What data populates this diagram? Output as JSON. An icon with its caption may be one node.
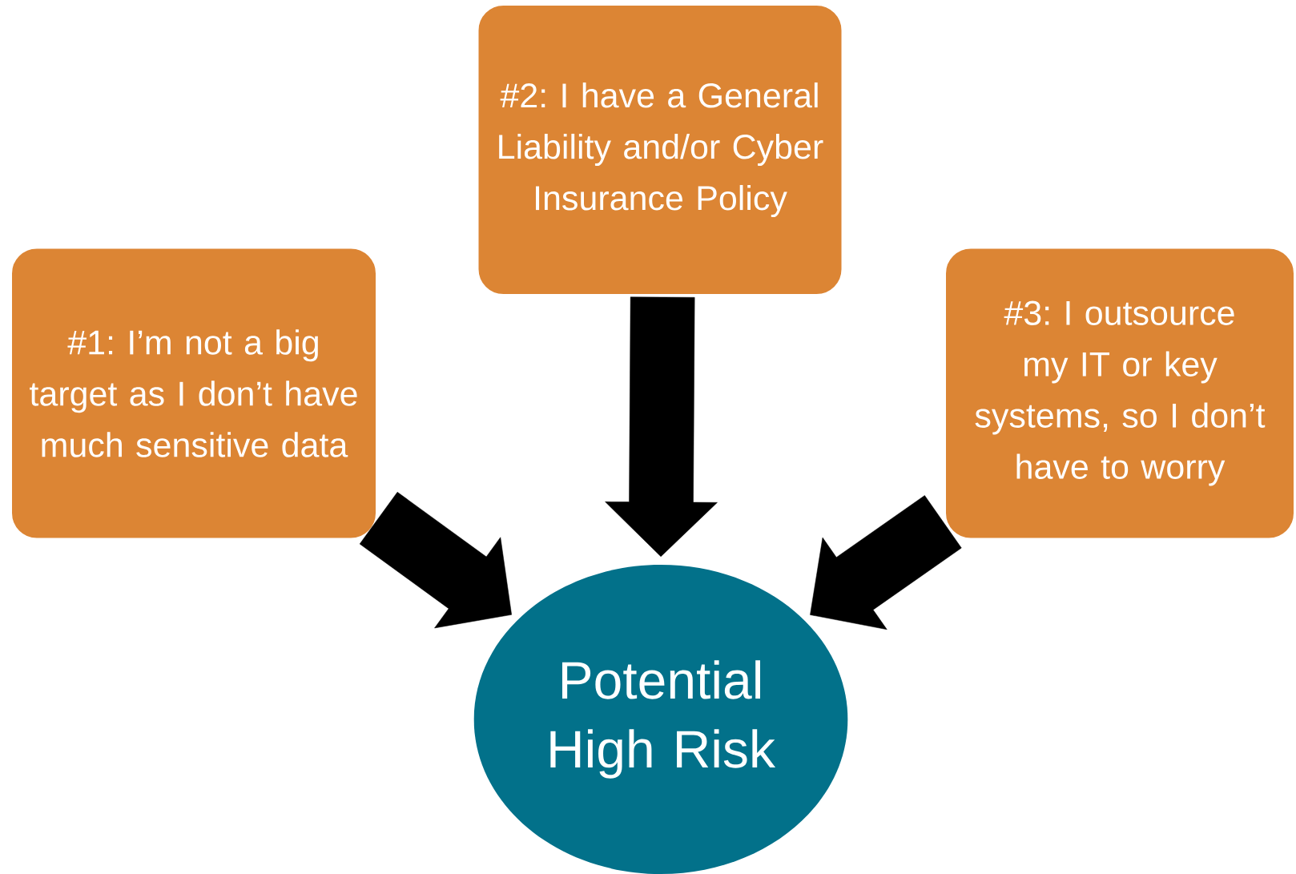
{
  "diagram": {
    "nodes": [
      {
        "text": [
          "#1: I’m not a big target as I don’t have much sensitive data"
        ]
      },
      {
        "text": [
          "#2: I have a General Liability and/or Cyber Insurance Policy"
        ]
      },
      {
        "text": [
          "#3: I outsource my IT or key systems, so I don’t have to worry"
        ]
      },
      {
        "text": [
          "Potential High Risk"
        ]
      }
    ],
    "edges": [
      {
        "from": 0,
        "to": 3,
        "arrow": "to"
      },
      {
        "from": 1,
        "to": 3,
        "arrow": "to"
      },
      {
        "from": 2,
        "to": 3,
        "arrow": "to"
      }
    ]
  }
}
